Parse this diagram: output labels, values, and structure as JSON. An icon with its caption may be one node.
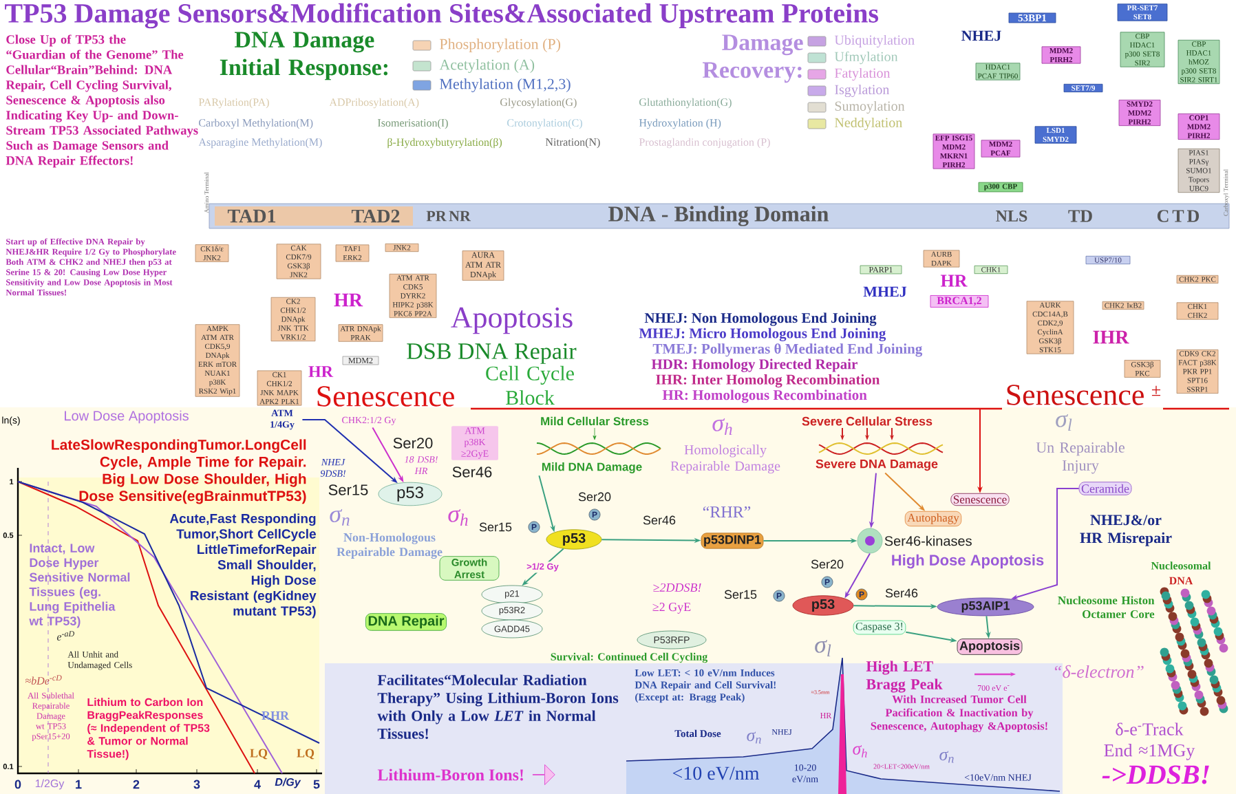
{
  "diagram": {
    "title": "TP53 Damage Sensors&Modification Sites&Associated Upstream Proteins",
    "nodes": [
      {
        "text": [
          "53BP1"
        ]
      },
      {
        "text": [
          "PR-SET7 SET8"
        ]
      },
      {
        "text": [
          "CBP HDAC1 hMOZ p300 SET8 SIR2 SIRT1"
        ]
      },
      {
        "text": [
          "CBP HDAC1 p300 SET8 SIR2"
        ]
      },
      {
        "text": [
          "HDAC1 PCAF TIP60"
        ]
      },
      {
        "text": [
          "MDM2 PIRH2"
        ]
      },
      {
        "text": [
          "SET7/9"
        ]
      },
      {
        "text": [
          "SMYD2 MDM2 PIRH2"
        ]
      },
      {
        "text": [
          "COP1 MDM2 PIRH2"
        ]
      },
      {
        "text": [
          "EFP ISG15 MDM2 MKRN1 PIRH2"
        ]
      },
      {
        "text": [
          "MDM2 PCAF"
        ]
      },
      {
        "text": [
          "LSD1 SMYD2"
        ]
      },
      {
        "text": [
          "PIAS1 PIASγ SUMO1 Topors UBC9"
        ]
      },
      {
        "text": [
          "p300 CBP"
        ]
      },
      {
        "text": [
          "CK1δ/ε JNK2"
        ]
      },
      {
        "text": [
          "CAK CDK7/9 GSK3β JNK2"
        ]
      },
      {
        "text": [
          "TAF1 ERK2"
        ]
      },
      {
        "text": [
          "JNK2"
        ]
      },
      {
        "text": [
          "AURA ATM ATR DNApk"
        ]
      },
      {
        "text": [
          "AMPK ATM ATR CDK5,9 DNApk ERK mTOR NUAK1 p38K RSK2 Wip1"
        ]
      },
      {
        "text": [
          "CK2 CHK1/2 DNApk JNK TTK VRK1/2"
        ]
      },
      {
        "text": [
          "CK1 CHK1/2 JNK MAPK APK2 PLK1"
        ]
      },
      {
        "text": [
          "ATR DNApk PRAK"
        ]
      },
      {
        "text": [
          "ATM ATR CDK5 DYRK2 HIPK2 p38K PKCδ PP2A"
        ]
      },
      {
        "text": [
          "MDM2"
        ]
      },
      {
        "text": [
          "PARP1"
        ]
      },
      {
        "text": [
          "AURB DAPK"
        ]
      },
      {
        "text": [
          "CHK1"
        ]
      },
      {
        "text": [
          "USP7/10"
        ]
      },
      {
        "text": [
          "CHK2 PKC"
        ]
      },
      {
        "text": [
          "CHK1 CHK2"
        ]
      },
      {
        "text": [
          "CHK2 IκB2"
        ]
      },
      {
        "text": [
          "BRCA1,2"
        ]
      },
      {
        "text": [
          "AURK CDC14A,B CDK2,9 CyclinA GSK3β STK15"
        ]
      },
      {
        "text": [
          "CDK9 CK2 FACT p38K PKR PP1 SPT16 SSRP1"
        ]
      },
      {
        "text": [
          "GSK3β PKC"
        ]
      },
      {
        "text": [
          "p53"
        ]
      },
      {
        "text": [
          "Mild DNA Damage"
        ]
      },
      {
        "text": [
          "Severe DNA Damage"
        ]
      },
      {
        "text": [
          "p53"
        ]
      },
      {
        "text": [
          "p53DINP1"
        ]
      },
      {
        "text": [
          "Ser46-kinases"
        ]
      },
      {
        "text": [
          "Growth Arrest"
        ]
      },
      {
        "text": [
          "p21"
        ]
      },
      {
        "text": [
          "p53R2"
        ]
      },
      {
        "text": [
          "GADD45"
        ]
      },
      {
        "text": [
          "DNA Repair"
        ]
      },
      {
        "text": [
          "P53RFP"
        ]
      },
      {
        "text": [
          "p53"
        ]
      },
      {
        "text": [
          "p53AIP1"
        ]
      },
      {
        "text": [
          "Caspase 3!"
        ]
      },
      {
        "text": [
          "Apoptosis"
        ]
      },
      {
        "text": [
          "Senescence"
        ]
      },
      {
        "text": [
          "Autophagy"
        ]
      },
      {
        "text": [
          "Ceramide"
        ]
      },
      {
        "text": [
          "ATM 1/4Gy"
        ]
      },
      {
        "text": [
          "CHK2:1/2 Gy"
        ]
      }
    ],
    "edges": [
      {
        "from": 37,
        "to": 39,
        "arrow": "to"
      },
      {
        "from": 39,
        "to": 40,
        "arrow": "to"
      },
      {
        "from": 40,
        "to": 41,
        "arrow": "to"
      },
      {
        "from": 41,
        "to": 48,
        "arrow": "to",
        "color": "#8a40d0"
      },
      {
        "from": 38,
        "to": 41,
        "arrow": "to",
        "color": "#8a40d0"
      },
      {
        "from": 38,
        "to": 53,
        "arrow": "to",
        "color": "#e08a30"
      },
      {
        "from": 48,
        "to": 49,
        "arrow": "to"
      },
      {
        "from": 49,
        "to": 51,
        "arrow": "to"
      },
      {
        "from": 50,
        "to": 51,
        "arrow": "to"
      },
      {
        "from": 54,
        "to": 49,
        "arrow": "to",
        "color": "#8a40d0"
      },
      {
        "from": 39,
        "to": 43,
        "arrow": "to",
        "label": ">1/2 Gy"
      },
      {
        "from": 55,
        "to": 36,
        "arrow": "to",
        "color": "#2030b0"
      },
      {
        "from": 56,
        "to": 36,
        "arrow": "to",
        "color": "#cc30cc"
      },
      {
        "from": null,
        "to": 52,
        "arrow": "to",
        "color": "#dd1111"
      }
    ],
    "labels": [
      "Close Up of TP53 the “Guardian of the Genome” The Cellular“Brain”Behind: DNA Repair, Cell Cycling Survival, Senescence & Apoptosis also Indicating Key Up- and Down- Stream TP53 Associated Pathways Such as Damage Sensors and DNA Repair Effectors!",
      "Start up of Effective DNA Repair by NHEJ&HR Require 1/2 Gy to Phosphorylate Both ATM & CHK2 and NHEJ then p53 at Serine 15 & 20! Causing Low Dose Hyper Sensitivity and Low Dose Apoptosis in Most Normal Tissues!",
      "DNA Damage Initial Response:",
      "PARylation(PA)",
      "ADPribosylation(A)",
      "Glycosylation(G)",
      "Glutathionylation(G)",
      "Carboxyl Methylation(M)",
      "Isomerisation(I)",
      "Crotonylation(C)",
      "Hydroxylation (H)",
      "Asparagine Methylation(M)",
      "β-Hydroxybutyrylation(β)",
      "Nitration(N)",
      "Prostaglandin conjugation (P)",
      "Damage Recovery:",
      "TAD1",
      "TAD2",
      "PR",
      "NR",
      "DNA - Binding Domain",
      "NLS",
      "TD",
      "CTD",
      "Amino Terminal",
      "Carboxyl Terminal",
      "NHEJ",
      "MHEJ",
      "HR",
      "HR",
      "HR",
      "IHR",
      "Apoptosis",
      "DSB DNA Repair",
      "Cell Cycle Block",
      "Senescence",
      "Senescence",
      "±",
      "NHEJ: Non Homologous End Joining",
      "MHEJ: Micro Homologous End Joining",
      "TMEJ: Pollymeras θ Mediated End Joining",
      "HDR: Homology Directed Repair",
      "IHR: Inter Homolog Recombination",
      "HR: Homologous Recombination",
      "Low Dose Apoptosis",
      "Ser20",
      "18 DSB! HR",
      "ATM p38K ≥2GyE",
      "Ser46",
      "NHEJ 9DSB!",
      "Ser15",
      "σ$_{n}$",
      "σ$_{h}$",
      "Non-Homologous Repairable Damage",
      "Mild Cellular Stress",
      "Severe Cellular Stress",
      "σ$_{h}$",
      "Homologically Repairable Damage",
      "“RHR”",
      "σ$_{l}$",
      "Un Repairable Injury",
      "NHEJ&/or HR Misrepair",
      "High Dose Apoptosis",
      "Ser20",
      "Ser15",
      "Ser46",
      "≥2DDSB!",
      "≥2 GyE",
      "Survival: Continued Cell Cycling",
      "Facilitates“Molecular Radiation Therapy” Using Lithium-Boron Ions with Only a Low *LET* in Normal Tissues!",
      "Lithium-Boron Ions!",
      "Low LET: < 10 eV/nm Induces DNA Repair and Cell Survival! (Except at: Bragg Peak)",
      "Total Dose",
      "<10 eV/nm",
      "σ$_{n}$",
      "NHEJ",
      "10-20 eV/nm",
      "HR",
      "σ$_{h}$",
      "20<LET<200eV/nm",
      "σ$_{n}$",
      "<10eV/nm NHEJ",
      "≈3.5mm",
      "σ$_{l}$",
      "High LET Bragg Peak",
      "With Increased Tumor Cell Pacification & Inactivation by Senescence, Autophagy &Apoptosis!",
      "700 eV e$^{-}$",
      "“δ-electron”",
      "Nucleosomal",
      "DNA",
      "Nucleosome Histon Octamer Core",
      "δ-e$^{-}$Track End ≈1MGy",
      "->DDSB!",
      "ln(s)",
      "1",
      "0.5",
      "0.1",
      "0",
      "1/2Gy",
      "1",
      "2",
      "3",
      "4",
      "D/Gy",
      "5",
      "LateSlowRespondingTumor.LongCell Cycle, Ample Time for Repair. Big Low Dose Shoulder, High Dose Sensitive(egBrainmutTP53)",
      "Intact, Low Dose Hyper Sensitive Normal Tissues (eg. Lung Epithelia wt TP53)",
      "Acute,Fast Responding Tumor,Short CellCycle LittleTimeforRepair Small Shoulder, High Dose Resistant (egKidney mutant TP53)",
      "e$^{-aD}$",
      "All Unhit and Undamaged Cells",
      "≈bDe$^{-cD}$",
      "All Sublethal Repairable Damage wt TP53 pSer15+20",
      "Lithium to Carbon Ion BraggPeakResponses (≈ Independent of TP53 & Tumor or Normal Tissue!)",
      "RHR",
      "LQ",
      "LQ",
      "Ser20",
      "Ser15",
      "P",
      "P",
      "P",
      "P",
      "P",
      "Ser46"
    ],
    "legend": [
      {
        "text": "Phosphorylation (P)",
        "color": "#f6d3b4"
      },
      {
        "text": "Acetylation (A)",
        "color": "#c4e4cf"
      },
      {
        "text": "Methylation (M1,2,3)",
        "color": "#7fa4e2"
      },
      {
        "text": "Ubiquitylation",
        "color": "#c6a2e2"
      },
      {
        "text": "Ufmylation",
        "color": "#bfe2d4"
      },
      {
        "text": "Fatylation",
        "color": "#e6a6e6"
      },
      {
        "text": "Isgylation",
        "color": "#c8aaea"
      },
      {
        "text": "Sumoylation",
        "color": "#e2ded2"
      },
      {
        "text": "Neddylation",
        "color": "#e8e8a2"
      }
    ]
  }
}
